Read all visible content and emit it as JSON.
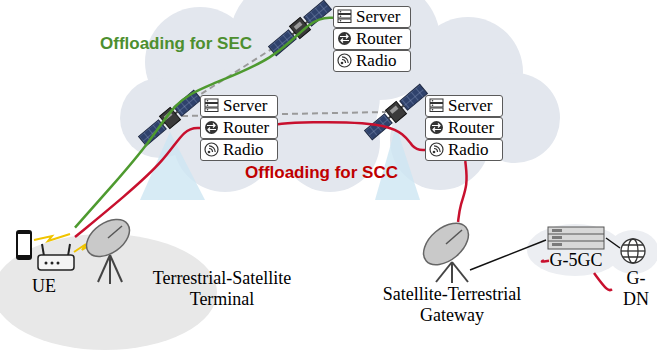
{
  "diagram": {
    "nodes": [
      {
        "text": [
          "Server"
        ]
      },
      {
        "text": [
          "Router"
        ]
      },
      {
        "text": [
          "Radio"
        ]
      },
      {
        "text": [
          "Server"
        ]
      },
      {
        "text": [
          "Router"
        ]
      },
      {
        "text": [
          "Radio"
        ]
      },
      {
        "text": [
          "Server"
        ]
      },
      {
        "text": [
          "Router"
        ]
      },
      {
        "text": [
          "Radio"
        ]
      },
      {
        "text": [
          "UE"
        ]
      },
      {
        "text": [
          "Terrestrial-Satellite Terminal"
        ]
      },
      {
        "text": [
          "Satellite-Terrestrial Gateway"
        ]
      },
      {
        "text": [
          "G-5GC"
        ]
      },
      {
        "text": [
          "G-DN"
        ]
      }
    ],
    "edges": [
      {
        "from": 9,
        "to": 0,
        "arrow": "none"
      },
      {
        "from": 9,
        "to": 4,
        "arrow": "none"
      },
      {
        "from": 4,
        "to": 8,
        "arrow": "none"
      },
      {
        "from": 8,
        "to": 11,
        "arrow": "none"
      },
      {
        "from": 11,
        "to": 12,
        "arrow": "none"
      },
      {
        "from": 12,
        "to": 13,
        "arrow": "none"
      }
    ],
    "labels": [
      "Offloading for SEC",
      "Offloading for SCC"
    ]
  }
}
